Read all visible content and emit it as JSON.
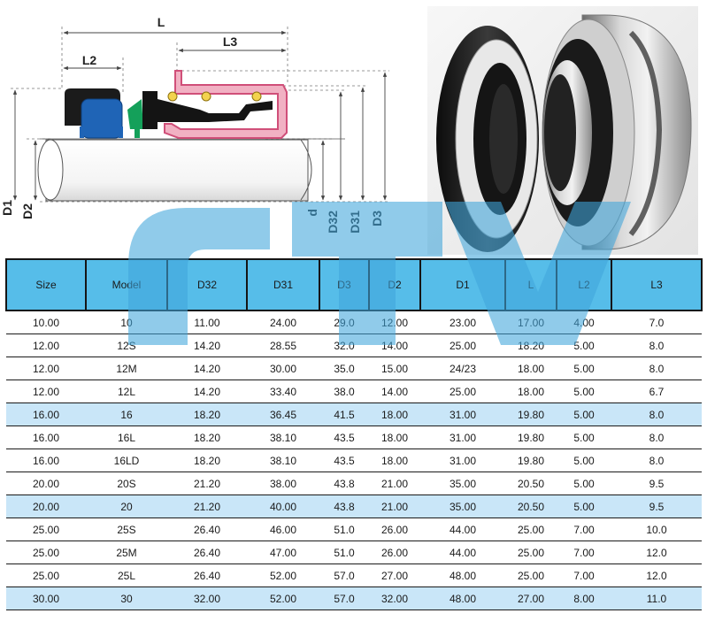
{
  "drawing": {
    "dimension_labels": {
      "L": "L",
      "L2": "L2",
      "L3": "L3",
      "D1": "D1",
      "D2": "D2",
      "d": "d",
      "D32": "D32",
      "D31": "D31",
      "D3": "D3"
    }
  },
  "photo": {
    "subject": "mechanical seal product photo"
  },
  "watermark": {
    "text": "CTV"
  },
  "colors": {
    "header_bg": "#56bde9",
    "row_highlight": "#c9e6f8",
    "watermark": "#3fa6da"
  },
  "table": {
    "headers": [
      "Size",
      "Model",
      "D32",
      "D31",
      "D3",
      "D2",
      "D1",
      "L",
      "L2",
      "L3"
    ],
    "rows": [
      {
        "highlight": false,
        "cells": [
          "10.00",
          "10",
          "11.00",
          "24.00",
          "29.0",
          "12.00",
          "23.00",
          "17.00",
          "4.00",
          "7.0"
        ]
      },
      {
        "highlight": false,
        "cells": [
          "12.00",
          "12S",
          "14.20",
          "28.55",
          "32.0",
          "14.00",
          "25.00",
          "18.20",
          "5.00",
          "8.0"
        ]
      },
      {
        "highlight": false,
        "cells": [
          "12.00",
          "12M",
          "14.20",
          "30.00",
          "35.0",
          "15.00",
          "24/23",
          "18.00",
          "5.00",
          "8.0"
        ]
      },
      {
        "highlight": false,
        "cells": [
          "12.00",
          "12L",
          "14.20",
          "33.40",
          "38.0",
          "14.00",
          "25.00",
          "18.00",
          "5.00",
          "6.7"
        ]
      },
      {
        "highlight": true,
        "cells": [
          "16.00",
          "16",
          "18.20",
          "36.45",
          "41.5",
          "18.00",
          "31.00",
          "19.80",
          "5.00",
          "8.0"
        ]
      },
      {
        "highlight": false,
        "cells": [
          "16.00",
          "16L",
          "18.20",
          "38.10",
          "43.5",
          "18.00",
          "31.00",
          "19.80",
          "5.00",
          "8.0"
        ]
      },
      {
        "highlight": false,
        "cells": [
          "16.00",
          "16LD",
          "18.20",
          "38.10",
          "43.5",
          "18.00",
          "31.00",
          "19.80",
          "5.00",
          "8.0"
        ]
      },
      {
        "highlight": false,
        "cells": [
          "20.00",
          "20S",
          "21.20",
          "38.00",
          "43.8",
          "21.00",
          "35.00",
          "20.50",
          "5.00",
          "9.5"
        ]
      },
      {
        "highlight": true,
        "cells": [
          "20.00",
          "20",
          "21.20",
          "40.00",
          "43.8",
          "21.00",
          "35.00",
          "20.50",
          "5.00",
          "9.5"
        ]
      },
      {
        "highlight": false,
        "cells": [
          "25.00",
          "25S",
          "26.40",
          "46.00",
          "51.0",
          "26.00",
          "44.00",
          "25.00",
          "7.00",
          "10.0"
        ]
      },
      {
        "highlight": false,
        "cells": [
          "25.00",
          "25M",
          "26.40",
          "47.00",
          "51.0",
          "26.00",
          "44.00",
          "25.00",
          "7.00",
          "12.0"
        ]
      },
      {
        "highlight": false,
        "cells": [
          "25.00",
          "25L",
          "26.40",
          "52.00",
          "57.0",
          "27.00",
          "48.00",
          "25.00",
          "7.00",
          "12.0"
        ]
      },
      {
        "highlight": true,
        "cells": [
          "30.00",
          "30",
          "32.00",
          "52.00",
          "57.0",
          "32.00",
          "48.00",
          "27.00",
          "8.00",
          "11.0"
        ]
      }
    ]
  }
}
